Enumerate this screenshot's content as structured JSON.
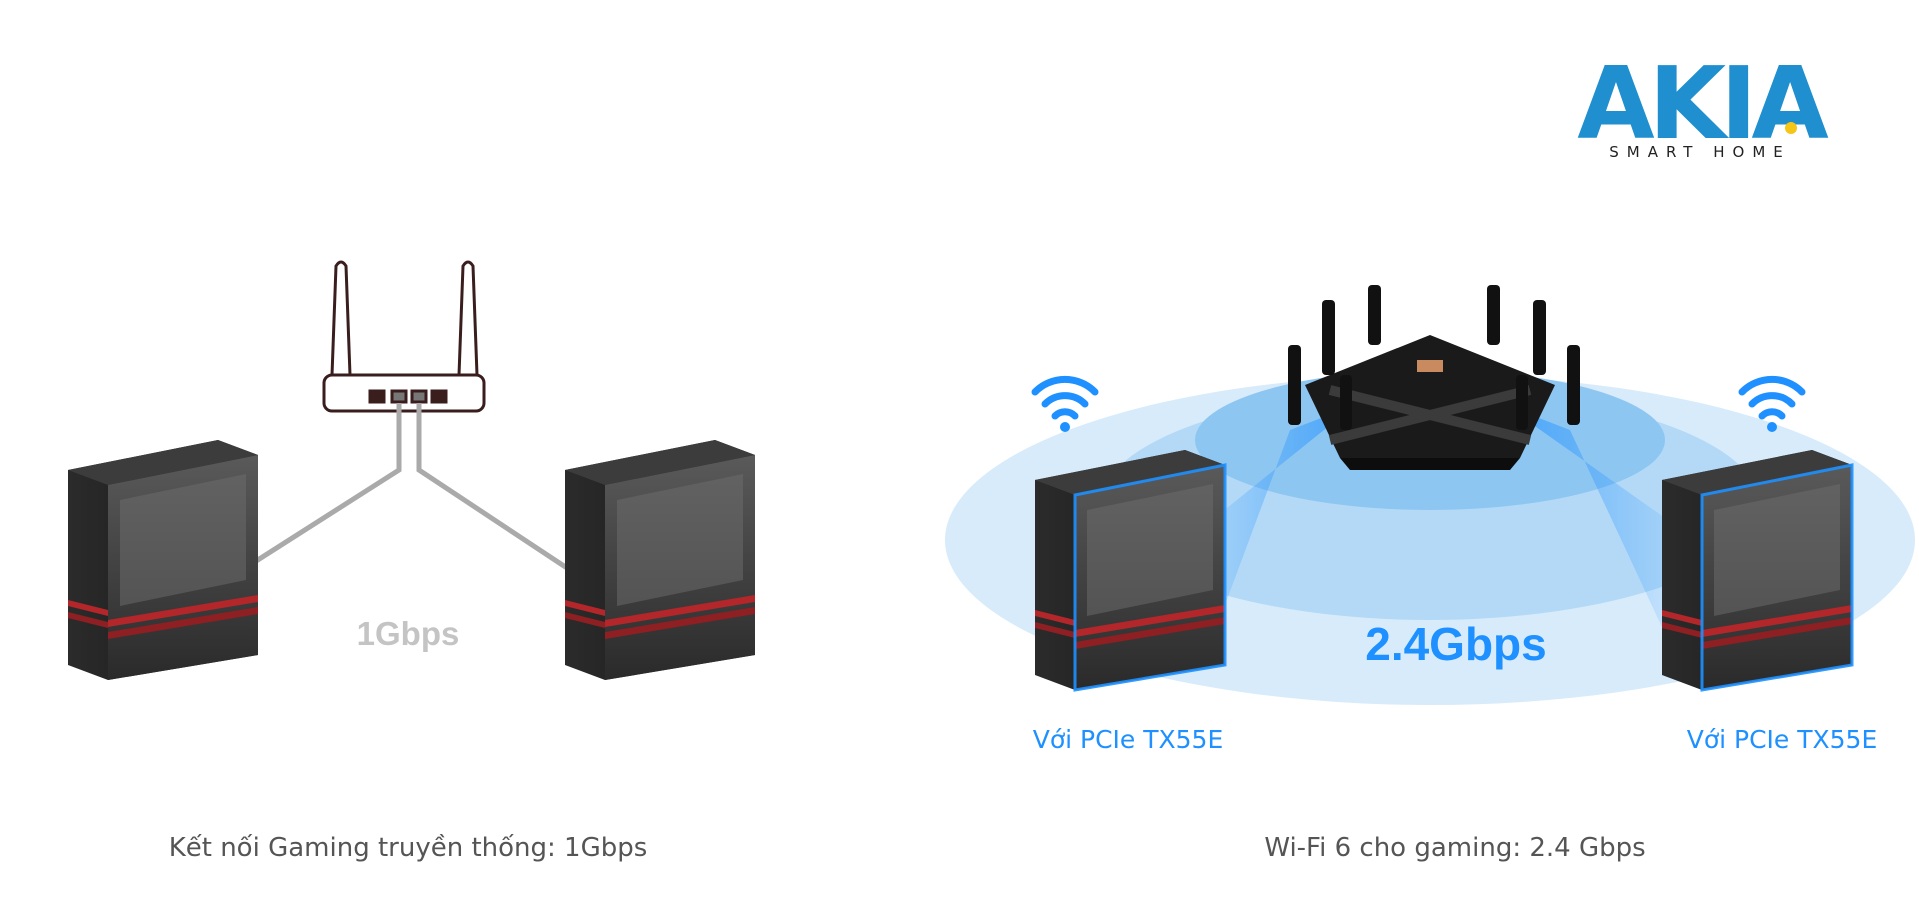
{
  "brand": {
    "name": "AKIA",
    "tagline": "SMART HOME",
    "colors": {
      "blue": "#1f8fd0",
      "dark": "#0d4f8b",
      "dot": "#f5c518"
    }
  },
  "left_panel": {
    "speed_label": "1Gbps",
    "caption": "Kết nối Gaming truyền thống: 1Gbps",
    "colors": {
      "cable": "#aaaaaa",
      "router_outline": "#3a1e1e",
      "speed": "#c4c4c4"
    }
  },
  "right_panel": {
    "speed_label": "2.4Gbps",
    "device_label_left": "Với PCIe TX55E",
    "device_label_right": "Với PCIe TX55E",
    "caption": "Wi-Fi 6 cho gaming: 2.4 Gbps",
    "colors": {
      "accent": "#1e90ff",
      "wave_outer": "#d7ebfb",
      "wave_mid": "#b3d9f7",
      "wave_inner": "#8ec6f2"
    }
  },
  "icons": [
    "router-icon",
    "wifi-router-icon",
    "pc-tower-icon",
    "wifi-signal-icon"
  ]
}
